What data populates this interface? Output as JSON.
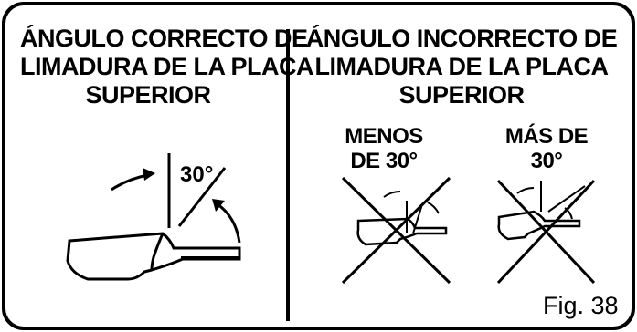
{
  "left_panel": {
    "heading_lines": [
      "ÁNGULO CORRECTO DE",
      "LIMADURA DE LA PLACA",
      "SUPERIOR"
    ],
    "angle_label": "30°"
  },
  "right_panel": {
    "heading_lines": [
      "ÁNGULO INCORRECTO DE",
      "LIMADURA DE LA PLACA",
      "SUPERIOR"
    ],
    "less_than": {
      "lines": [
        "MENOS",
        "DE 30°"
      ]
    },
    "more_than": {
      "lines": [
        "MÁS DE",
        "30°"
      ]
    }
  },
  "figure_label": "Fig. 38"
}
